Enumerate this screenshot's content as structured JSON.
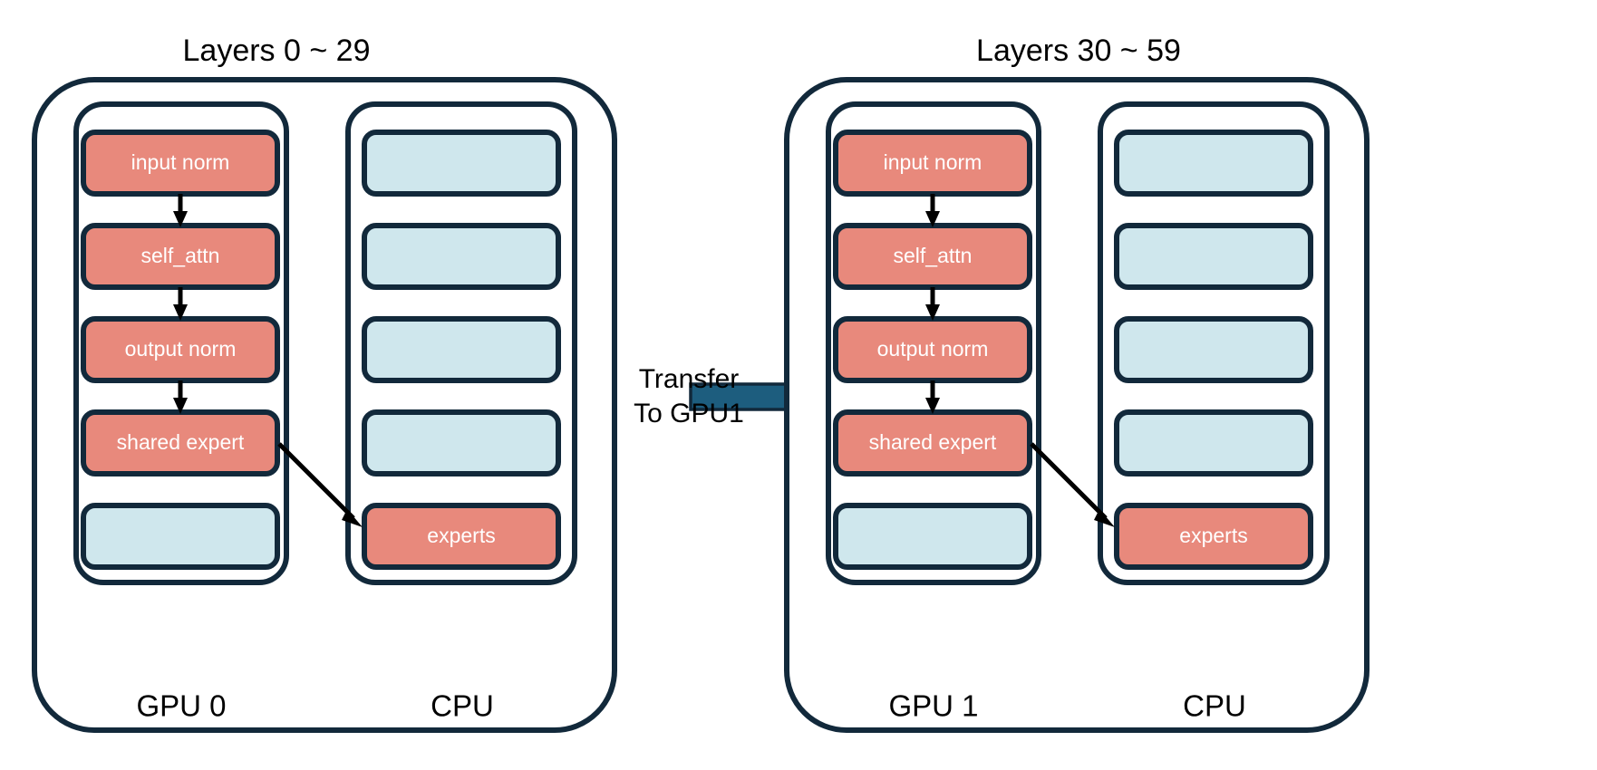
{
  "diagram": {
    "title_left": "Layers 0 ~ 29",
    "title_right": "Layers 30 ~ 59",
    "colors": {
      "active_block": "#E8897C",
      "idle_block": "#CFE7ED",
      "stroke": "#12293B",
      "transfer_arrow": "#1D5D7E",
      "background": "#FFFFFF",
      "block_text": "#FFFFFF",
      "label_text": "#000000"
    }
  },
  "panels": [
    {
      "id": "panel-left",
      "title": "Layers 0 ~ 29",
      "device_label": "GPU 0",
      "host_label": "CPU",
      "gpu_blocks": [
        {
          "label": "input norm",
          "state": "active"
        },
        {
          "label": "self_attn",
          "state": "active"
        },
        {
          "label": "output norm",
          "state": "active"
        },
        {
          "label": "shared expert",
          "state": "active"
        },
        {
          "label": "",
          "state": "idle"
        }
      ],
      "cpu_blocks": [
        {
          "label": "",
          "state": "idle"
        },
        {
          "label": "",
          "state": "idle"
        },
        {
          "label": "",
          "state": "idle"
        },
        {
          "label": "",
          "state": "idle"
        },
        {
          "label": "experts",
          "state": "active"
        }
      ]
    },
    {
      "id": "panel-right",
      "title": "Layers 30 ~ 59",
      "device_label": "GPU 1",
      "host_label": "CPU",
      "gpu_blocks": [
        {
          "label": "input norm",
          "state": "active"
        },
        {
          "label": "self_attn",
          "state": "active"
        },
        {
          "label": "output norm",
          "state": "active"
        },
        {
          "label": "shared expert",
          "state": "active"
        },
        {
          "label": "",
          "state": "idle"
        }
      ],
      "cpu_blocks": [
        {
          "label": "",
          "state": "idle"
        },
        {
          "label": "",
          "state": "idle"
        },
        {
          "label": "",
          "state": "idle"
        },
        {
          "label": "",
          "state": "idle"
        },
        {
          "label": "experts",
          "state": "active"
        }
      ]
    }
  ],
  "transfer": {
    "label_line1": "Transfer",
    "label_line2": "To GPU1"
  }
}
